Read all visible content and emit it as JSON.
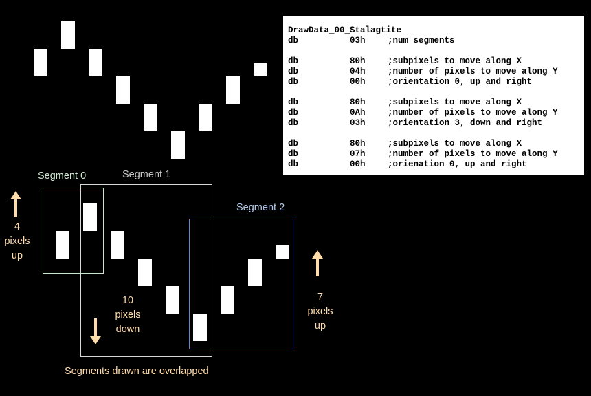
{
  "code": {
    "title": "DrawData_00_Stalagtite",
    "header": {
      "op": "db",
      "value": "03h",
      "comment": ";num segments"
    },
    "groups": [
      [
        {
          "op": "db",
          "value": "80h",
          "comment": ";subpixels to move along X"
        },
        {
          "op": "db",
          "value": "04h",
          "comment": ";number of pixels to move along Y"
        },
        {
          "op": "db",
          "value": "00h",
          "comment": ";orientation 0, up and right"
        }
      ],
      [
        {
          "op": "db",
          "value": "80h",
          "comment": ";subpixels to move along X"
        },
        {
          "op": "db",
          "value": "0Ah",
          "comment": ";number of pixels to move along Y"
        },
        {
          "op": "db",
          "value": "03h",
          "comment": ";orientation 3, down and right"
        }
      ],
      [
        {
          "op": "db",
          "value": "80h",
          "comment": ";subpixels to move along X"
        },
        {
          "op": "db",
          "value": "07h",
          "comment": ";number of pixels to move along Y"
        },
        {
          "op": "db",
          "value": "00h",
          "comment": ";orienation 0, up and right"
        }
      ]
    ]
  },
  "labels": {
    "segment0": "Segment 0",
    "segment1": "Segment 1",
    "segment2": "Segment 2",
    "left_note": [
      "4",
      "pixels",
      "up"
    ],
    "middle_note": [
      "10",
      "pixels",
      "down"
    ],
    "right_note": [
      "7",
      "pixels",
      "up"
    ],
    "caption": "Segments drawn are overlapped"
  },
  "colors": {
    "background": "#000000",
    "pixel": "#ffffff",
    "accent_orange": "#ffdcaa",
    "segment0_border": "#c8e6c8",
    "segment1_border": "#d8d8d8",
    "segment2_border": "#5a8ed0"
  },
  "icons": [
    "arrow-up-icon",
    "arrow-down-icon",
    "arrow-up-icon"
  ]
}
